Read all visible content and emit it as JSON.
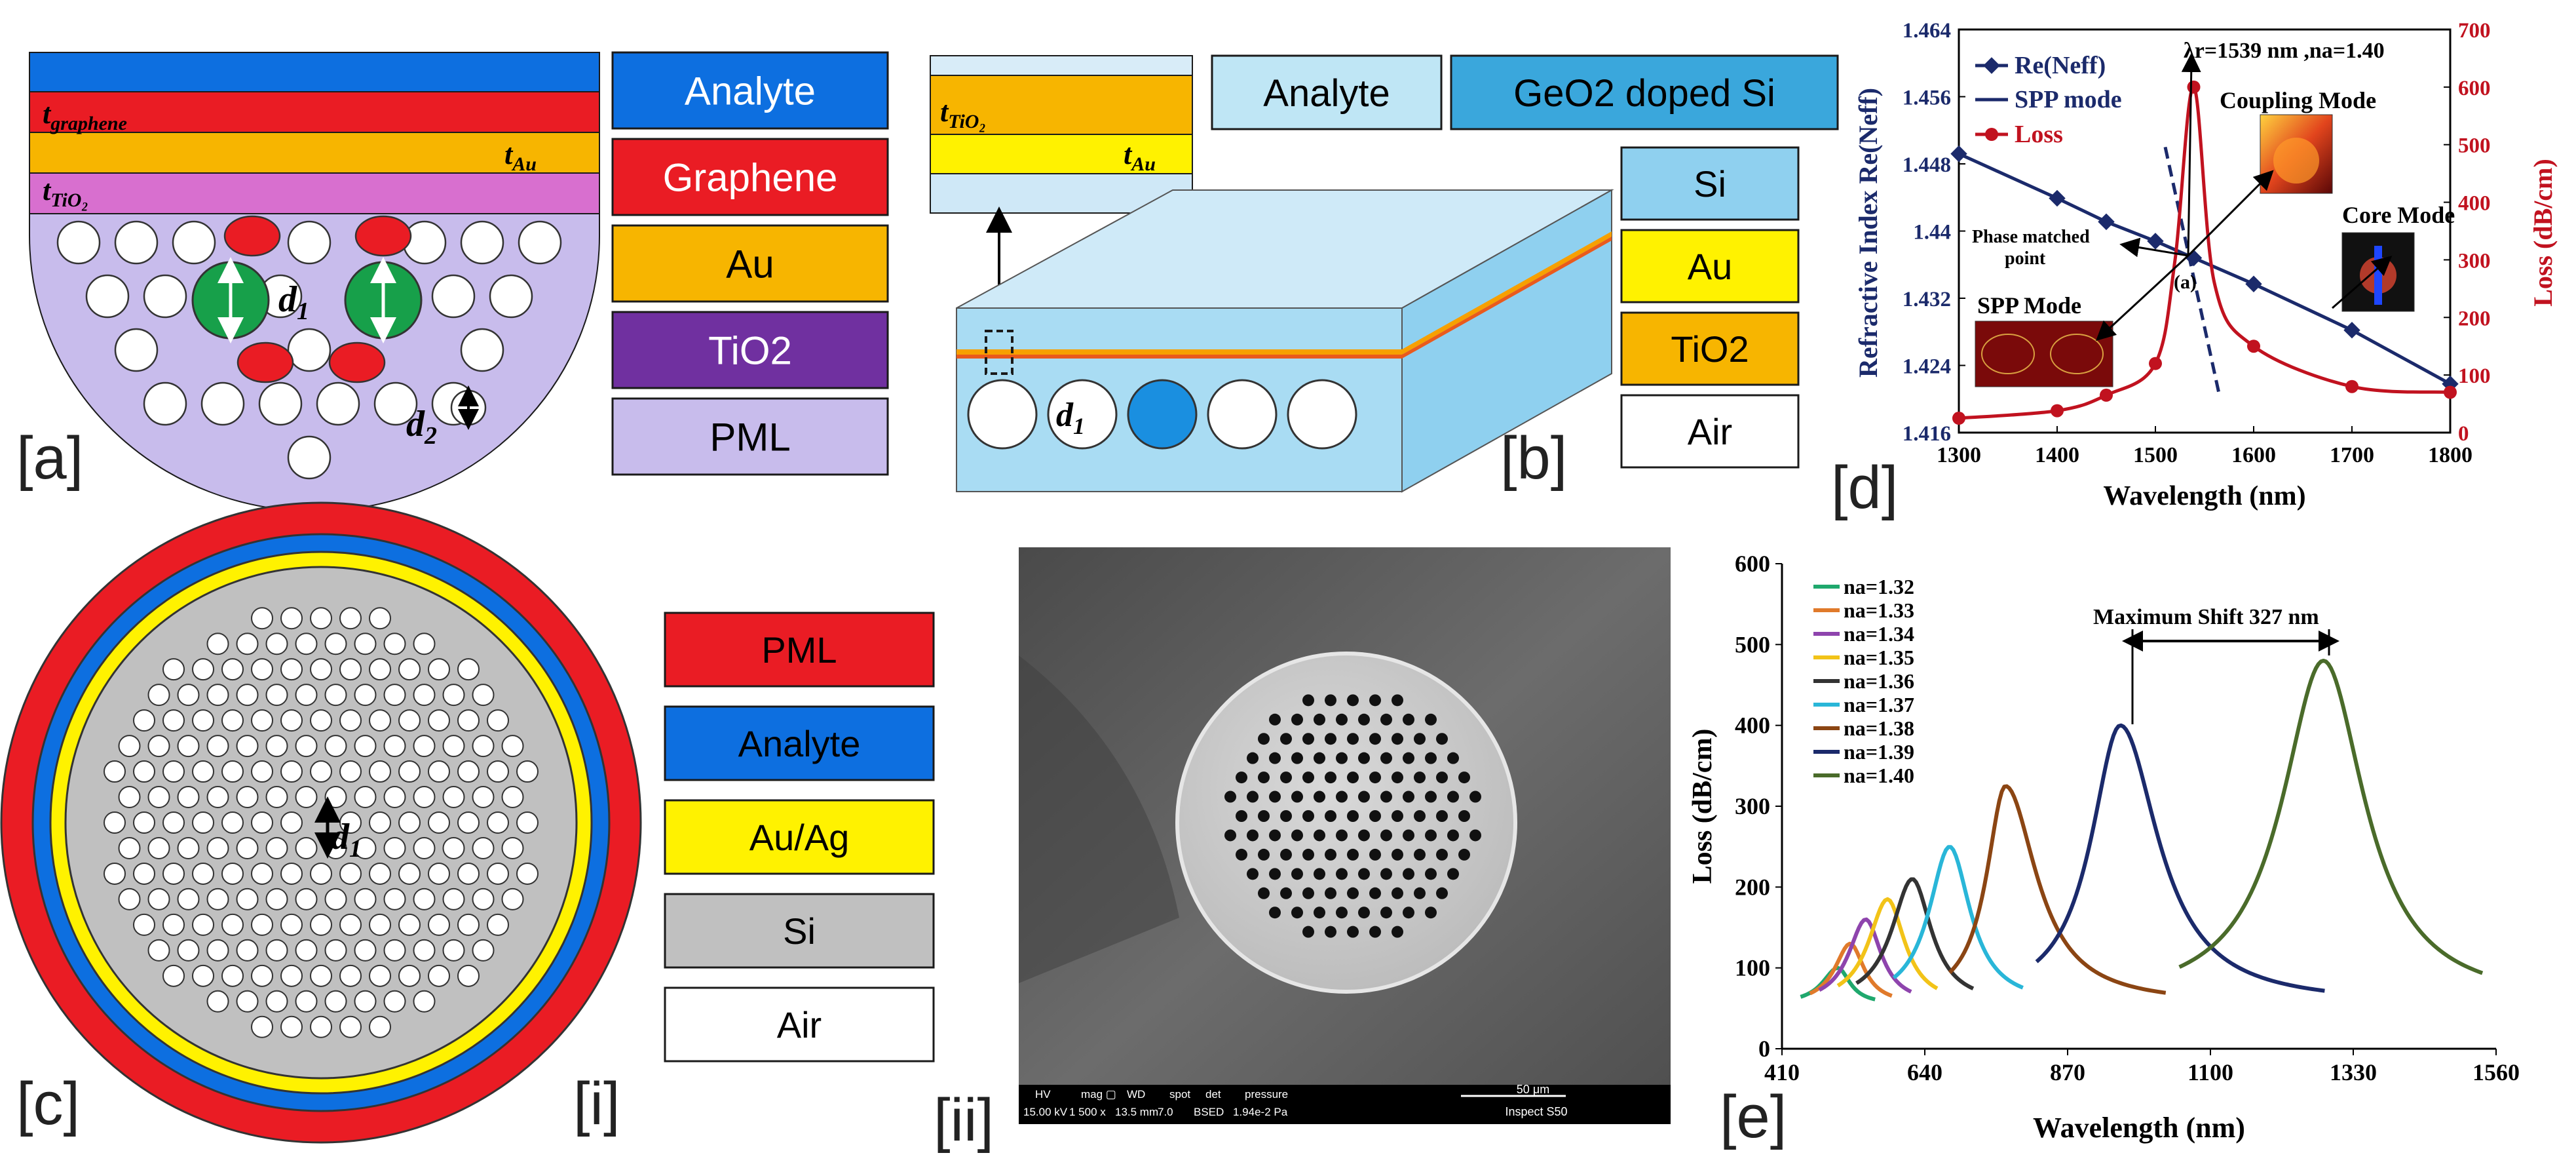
{
  "panels": {
    "a": {
      "tag": "[a]",
      "layers": {
        "graphene": "t",
        "graphene_sub": "graphene",
        "au": "t",
        "au_sub": "Au",
        "tio2": "t",
        "tio2_sub": "TiO₂"
      },
      "d1": "d",
      "d1_sub": "1",
      "d2": "d",
      "d2_sub": "2",
      "legend": [
        {
          "label": "Analyte",
          "color": "#0d6fe0",
          "text": "#ffffff"
        },
        {
          "label": "Graphene",
          "color": "#ea1c24",
          "text": "#ffffff"
        },
        {
          "label": "Au",
          "color": "#f7b500",
          "text": "#000000"
        },
        {
          "label": "TiO2",
          "color": "#7030a0",
          "text": "#ffffff"
        },
        {
          "label": "PML",
          "color": "#c8bcec",
          "text": "#000000"
        }
      ]
    },
    "b": {
      "tag": "[b]",
      "inset_tio2": "t",
      "inset_tio2_sub": "TiO₂",
      "inset_au": "t",
      "inset_au_sub": "Au",
      "d1": "d",
      "d1_sub": "1",
      "legend_top": [
        {
          "label": "Analyte",
          "color": "#bfe6f5",
          "text": "#000000"
        },
        {
          "label": "GeO2 doped Si",
          "color": "#3aa7dc",
          "text": "#000000"
        }
      ],
      "legend": [
        {
          "label": "Si",
          "color": "#8fd0ef",
          "text": "#000000"
        },
        {
          "label": "Au",
          "color": "#fff200",
          "text": "#000000"
        },
        {
          "label": "TiO2",
          "color": "#f7b500",
          "text": "#000000"
        },
        {
          "label": "Air",
          "color": "#ffffff",
          "text": "#000000"
        }
      ]
    },
    "c": {
      "tag": "[c]",
      "tag2": "[i]",
      "d1": "d",
      "d1_sub": "1",
      "legend": [
        {
          "label": "PML",
          "color": "#ea1c24",
          "text": "#000000"
        },
        {
          "label": "Analyte",
          "color": "#0d6fe0",
          "text": "#000000"
        },
        {
          "label": "Au/Ag",
          "color": "#fff200",
          "text": "#000000"
        },
        {
          "label": "Si",
          "color": "#c0c0c0",
          "text": "#000000"
        },
        {
          "label": "Air",
          "color": "#ffffff",
          "text": "#000000"
        }
      ]
    },
    "ii": {
      "tag": "[ii]",
      "sem_headers": [
        "HV",
        "mag ▢",
        "WD",
        "spot",
        "det",
        "pressure"
      ],
      "sem_values": [
        "15.00 kV",
        "1 500 x",
        "13.5 mm",
        "7.0",
        "BSED",
        "1.94e-2 Pa"
      ],
      "scale_label": "50 μm",
      "instrument": "Inspect S50"
    },
    "d": {
      "tag": "[d]",
      "legend": [
        "Re(Neff)",
        "SPP mode",
        "Loss"
      ],
      "lambda_label": "λr=1539 nm ,na=1.40",
      "coupling_label": "Coupling Mode",
      "core_label": "Core Mode",
      "phase_label_1": "Phase matched",
      "phase_label_2": "point",
      "point_label": "(a)",
      "spp_label": "SPP Mode",
      "xlabel": "Wavelength (nm)",
      "ylabel_left": "Refractive Index Re(Neff)",
      "ylabel_right": "Loss (dB/cm)"
    },
    "e": {
      "tag": "[e]",
      "shift_label": "Maximum Shift 327 nm"
    }
  },
  "chart_data": [
    {
      "panel": "d",
      "type": "line",
      "xlabel": "Wavelength (nm)",
      "ylabel": "Refractive Index Re(Neff)",
      "ylabel_right": "Loss (dB/cm)",
      "xlim": [
        1300,
        1800
      ],
      "ylim": [
        1.416,
        1.464
      ],
      "ylim_right": [
        0,
        700
      ],
      "x_ticks": [
        "1300",
        "1400",
        "1500",
        "1600",
        "1700",
        "1800"
      ],
      "y_ticks": [
        "1.416",
        "1.424",
        "1.432",
        "1.44",
        "1.448",
        "1.456",
        "1.464"
      ],
      "y_ticks_right": [
        "0",
        "100",
        "200",
        "300",
        "400",
        "500",
        "600",
        "700"
      ],
      "grid": false,
      "series": [
        {
          "name": "Re(Neff)",
          "axis": "left",
          "color": "#1b2a6b",
          "x": [
            1300,
            1400,
            1450,
            1500,
            1539,
            1600,
            1700,
            1800
          ],
          "y": [
            1.4492,
            1.4439,
            1.4411,
            1.4388,
            1.4368,
            1.4337,
            1.4282,
            1.4218
          ]
        },
        {
          "name": "SPP mode",
          "axis": "left",
          "color": "#1b2a6b",
          "x": [
            1510,
            1565
          ],
          "y": [
            1.45,
            1.4205
          ]
        },
        {
          "name": "Loss",
          "axis": "right",
          "color": "#c1121f",
          "x": [
            1300,
            1400,
            1450,
            1500,
            1520,
            1539,
            1560,
            1600,
            1700,
            1800
          ],
          "y": [
            25,
            38,
            65,
            120,
            300,
            600,
            260,
            150,
            80,
            70
          ]
        }
      ]
    },
    {
      "panel": "e",
      "type": "line",
      "xlabel": "Wavelength (nm)",
      "ylabel": "Loss (dB/cm)",
      "xlim": [
        410,
        1560
      ],
      "ylim": [
        0,
        600
      ],
      "x_ticks": [
        "410",
        "640",
        "870",
        "1100",
        "1330",
        "1560"
      ],
      "y_ticks": [
        "0",
        "100",
        "200",
        "300",
        "400",
        "500",
        "600"
      ],
      "grid": false,
      "series": [
        {
          "name": "na=1.32",
          "color": "#1fa86d",
          "peak_x": 500,
          "peak_y": 100,
          "wl": 45,
          "wr": 35,
          "ends": [
            440,
            560
          ]
        },
        {
          "name": "na=1.33",
          "color": "#e07a2b",
          "peak_x": 520,
          "peak_y": 130,
          "wl": 45,
          "wr": 40,
          "ends": [
            455,
            590
          ]
        },
        {
          "name": "na=1.34",
          "color": "#8e44ad",
          "peak_x": 545,
          "peak_y": 160,
          "wl": 50,
          "wr": 45,
          "ends": [
            470,
            620
          ]
        },
        {
          "name": "na=1.35",
          "color": "#f2c318",
          "peak_x": 580,
          "peak_y": 185,
          "wl": 55,
          "wr": 50,
          "ends": [
            500,
            660
          ]
        },
        {
          "name": "na=1.36",
          "color": "#333333",
          "peak_x": 620,
          "peak_y": 210,
          "wl": 60,
          "wr": 55,
          "ends": [
            530,
            720
          ]
        },
        {
          "name": "na=1.37",
          "color": "#29b6d8",
          "peak_x": 680,
          "peak_y": 250,
          "wl": 60,
          "wr": 60,
          "ends": [
            590,
            800
          ]
        },
        {
          "name": "na=1.38",
          "color": "#8b4513",
          "peak_x": 770,
          "peak_y": 325,
          "wl": 55,
          "wr": 90,
          "ends": [
            680,
            1030
          ]
        },
        {
          "name": "na=1.39",
          "color": "#1b2a6b",
          "peak_x": 955,
          "peak_y": 400,
          "wl": 85,
          "wr": 110,
          "ends": [
            820,
            1285
          ]
        },
        {
          "name": "na=1.40",
          "color": "#4a6b2a",
          "peak_x": 1282,
          "peak_y": 480,
          "wl": 120,
          "wr": 120,
          "ends": [
            1050,
            1540
          ]
        }
      ]
    }
  ]
}
